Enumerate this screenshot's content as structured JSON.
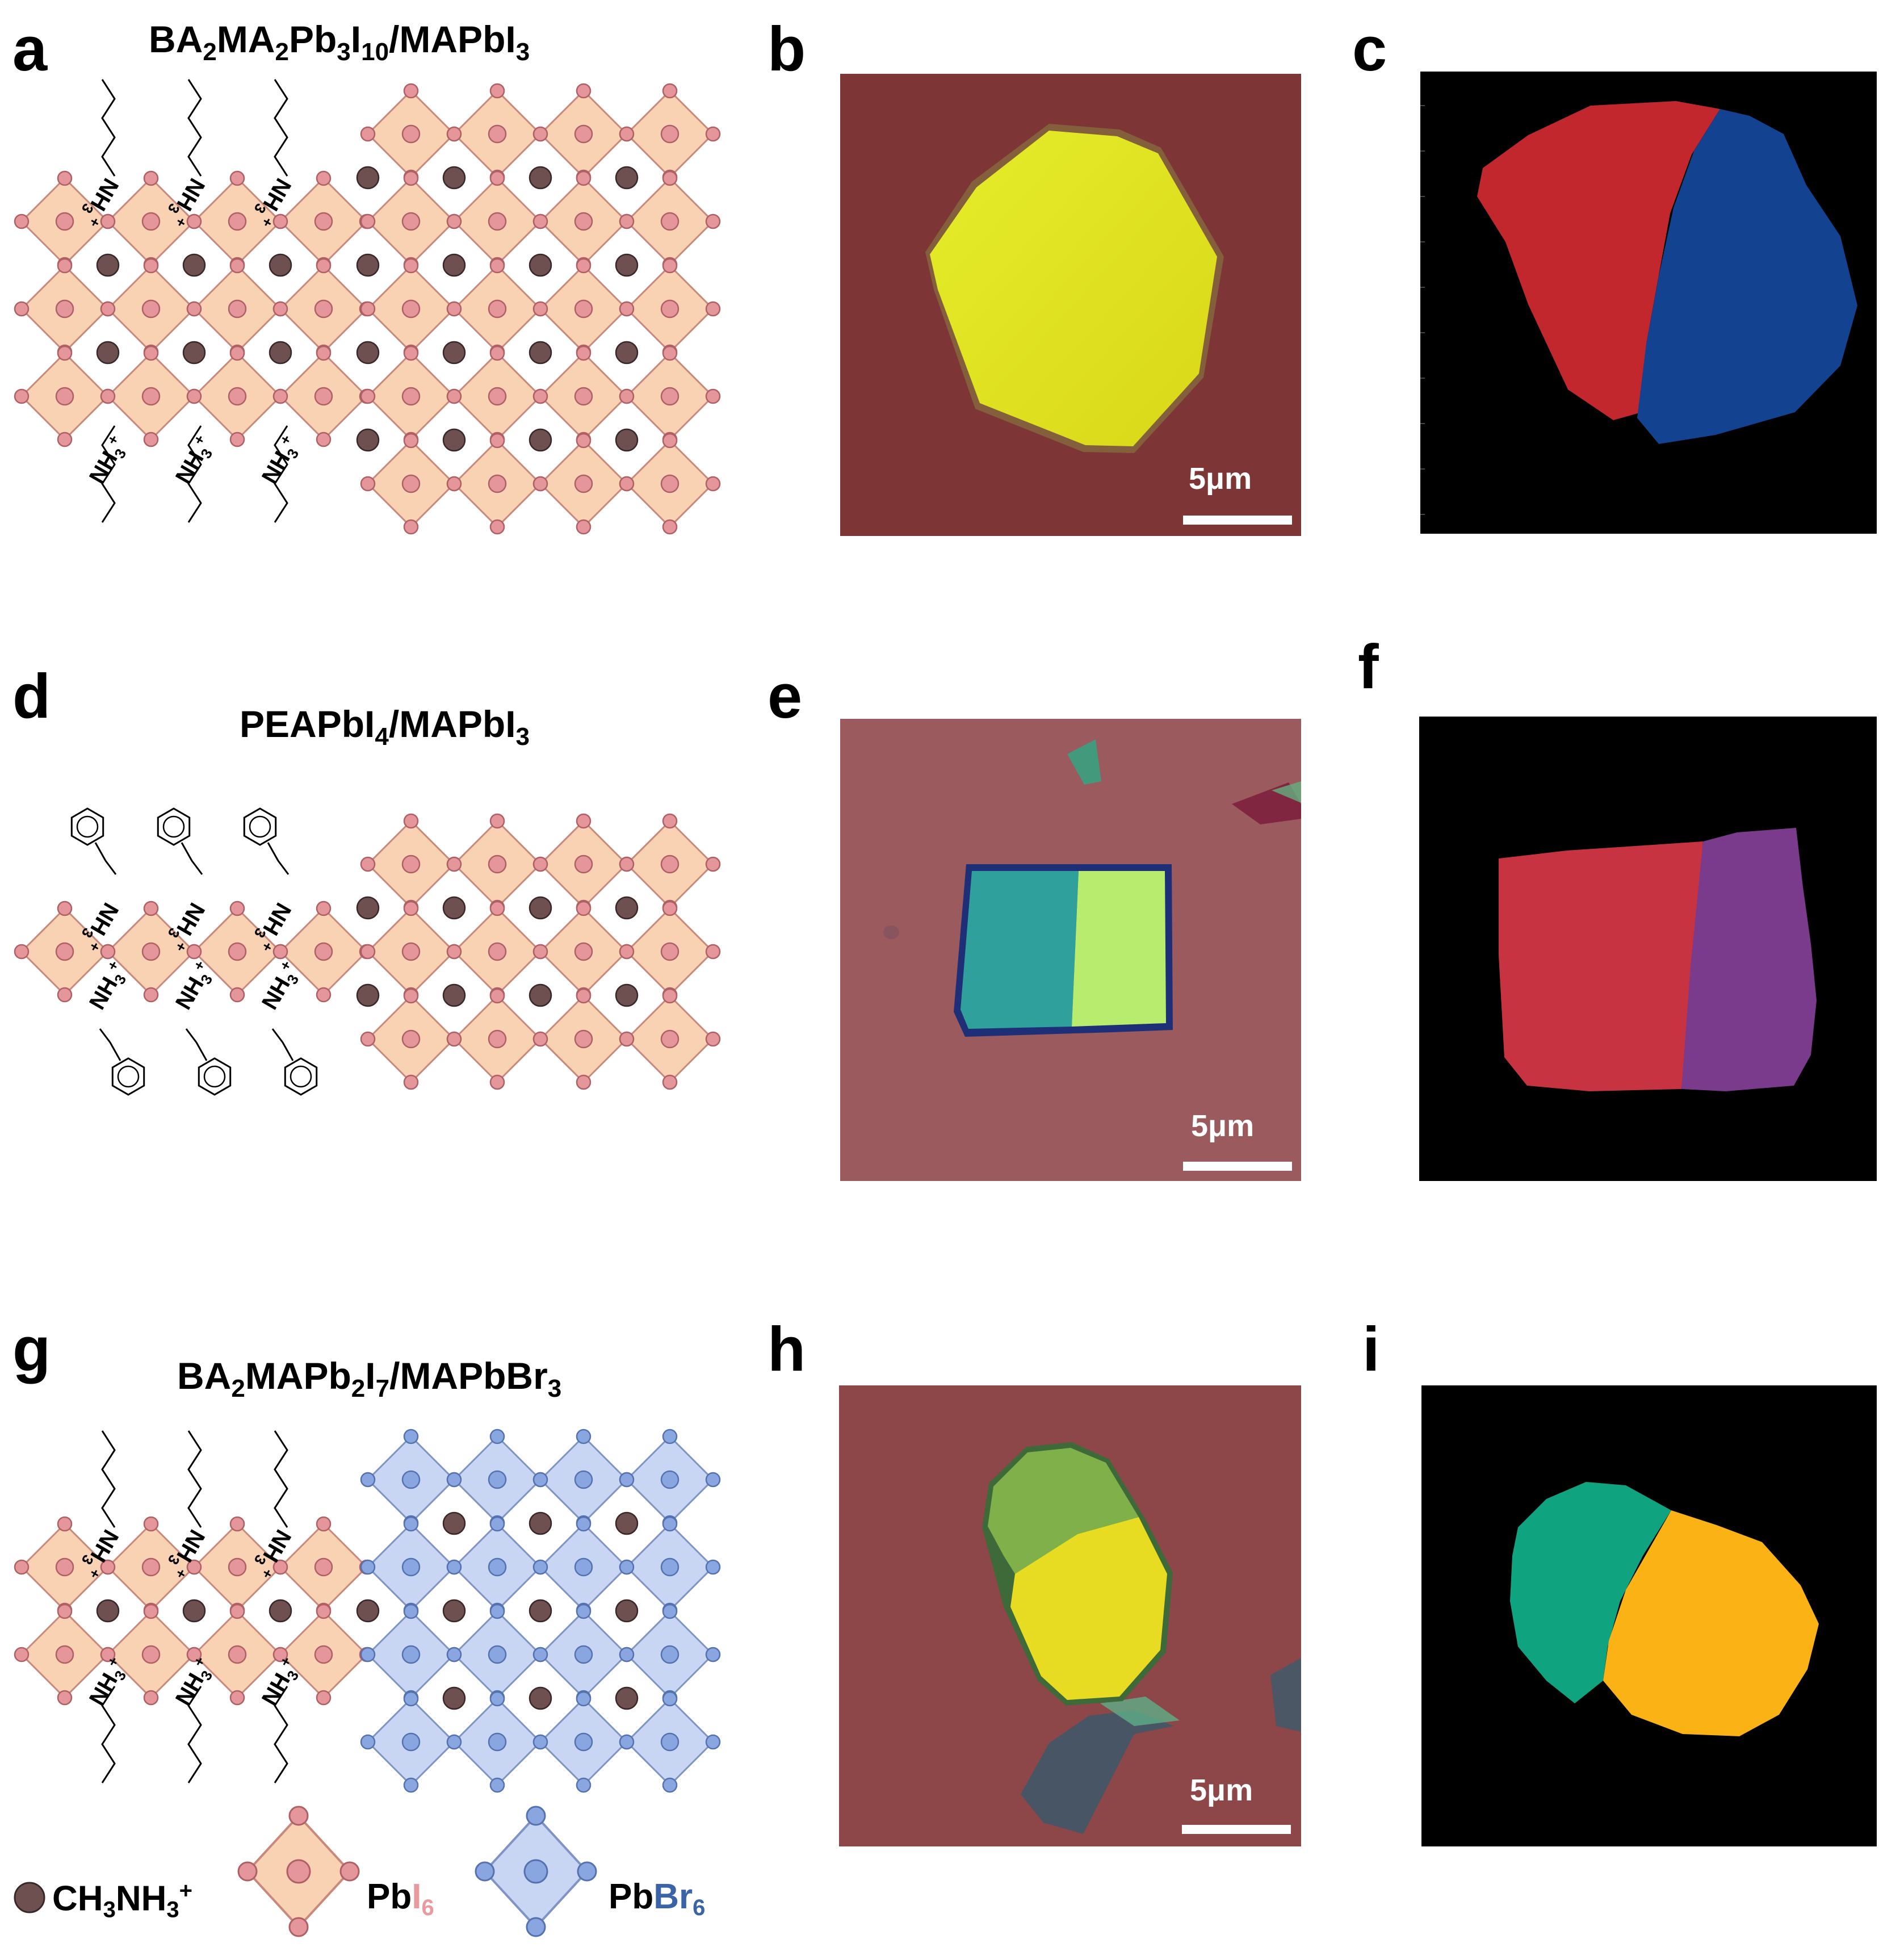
{
  "panels": {
    "a": {
      "letter": "a",
      "title_parts": [
        "BA",
        "2",
        "MA",
        "2",
        "Pb",
        "3",
        "I",
        "10",
        "/MAPbI",
        "3"
      ]
    },
    "b": {
      "letter": "b",
      "scale": "5μm"
    },
    "c": {
      "letter": "c"
    },
    "d": {
      "letter": "d",
      "title_parts": [
        "PEAPbI",
        "4",
        "/MAPbI",
        "3"
      ]
    },
    "e": {
      "letter": "e",
      "scale": "5μm"
    },
    "f": {
      "letter": "f"
    },
    "g": {
      "letter": "g",
      "title_parts": [
        "BA",
        "2",
        "MAPb",
        "2",
        "I",
        "7",
        "/MAPbBr",
        "3"
      ]
    },
    "h": {
      "letter": "h",
      "scale": "5μm"
    },
    "i": {
      "letter": "i"
    }
  },
  "molecules": {
    "amine_top": [
      "NH",
      "3",
      "+"
    ],
    "amine_bottom": [
      "NH",
      "3",
      "+"
    ]
  },
  "legend": {
    "cation_parts": [
      "CH",
      "3",
      "NH",
      "3",
      "+"
    ],
    "pbi": {
      "pb": "Pb",
      "x": "I",
      "n": "6"
    },
    "pbbr": {
      "pb": "Pb",
      "x": "Br",
      "n": "6"
    }
  },
  "colors": {
    "iodide_fill": "#f9d2b4",
    "iodide_atom": "#e4969a",
    "bromide_fill": "#c8d6f4",
    "bromide_atom": "#8aa6e0",
    "cation": "#6e5050",
    "map_red": "#c1272d",
    "map_blue": "#124290",
    "map_purple": "#7b3b8c",
    "map_green": "#0fa37f",
    "map_orange": "#fbb214",
    "iodide_text": "#e99a9e",
    "bromide_text": "#3a63a8"
  }
}
